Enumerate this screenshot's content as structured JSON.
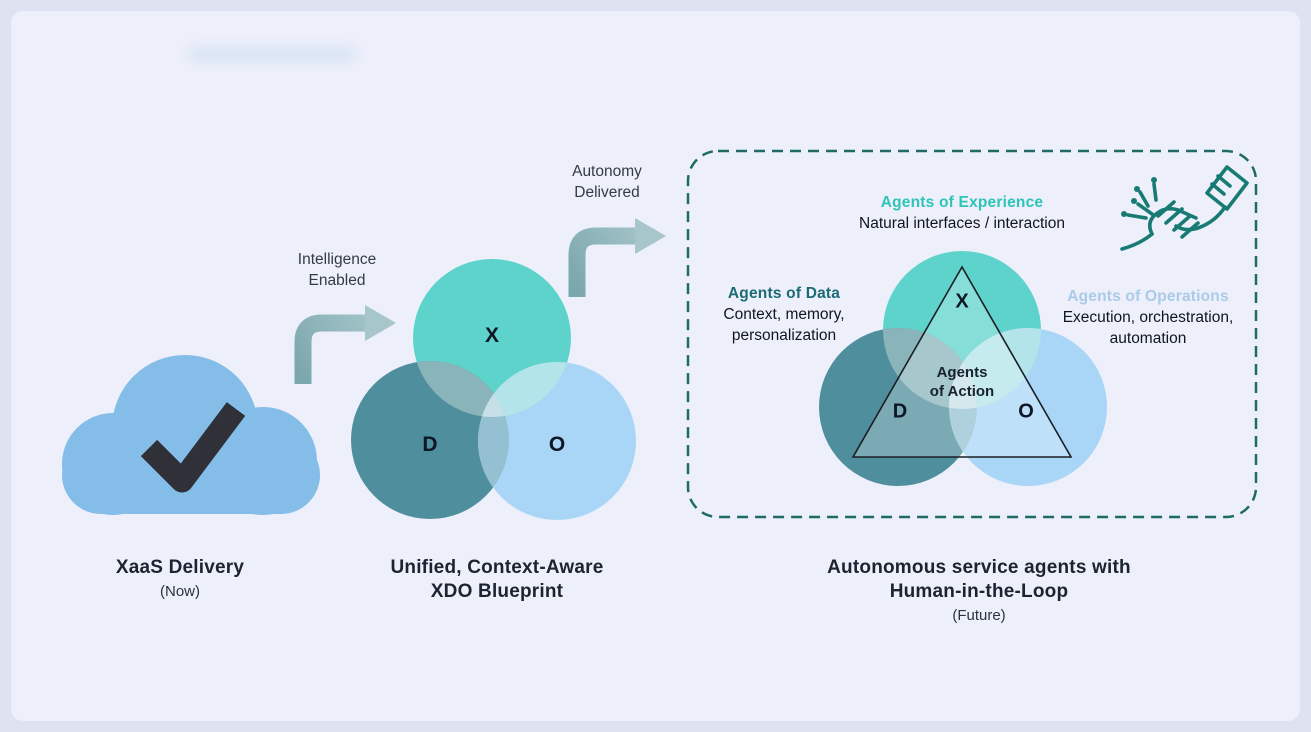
{
  "stage1": {
    "title": "XaaS Delivery",
    "subtitle": "(Now)"
  },
  "arrow1": {
    "line1": "Intelligence",
    "line2": "Enabled"
  },
  "venn_center": {
    "x": "X",
    "d": "D",
    "o": "O"
  },
  "stage2": {
    "line1": "Unified, Context-Aware",
    "line2": "XDO Blueprint"
  },
  "arrow2": {
    "line1": "Autonomy",
    "line2": "Delivered"
  },
  "panel": {
    "experience_title": "Agents of Experience",
    "experience_desc": "Natural interfaces / interaction",
    "data_title": "Agents of Data",
    "data_desc1": "Context, memory,",
    "data_desc2": "personalization",
    "operations_title": "Agents of Operations",
    "operations_desc1": "Execution, orchestration,",
    "operations_desc2": "automation",
    "action_line1": "Agents",
    "action_line2": "of Action",
    "venn": {
      "x": "X",
      "d": "D",
      "o": "O"
    }
  },
  "stage3": {
    "line1": "Autonomous service agents with",
    "line2": "Human-in-the-Loop",
    "subtitle": "(Future)"
  },
  "colors": {
    "cloud": "#85bde9",
    "checkmark": "#2f3038",
    "venn_x": "#5ed3cb",
    "venn_d": "#4f8e9c",
    "venn_o": "#a9d6f6",
    "arrow": "#8fb6bc",
    "dashed_border": "#1d6b64",
    "experience": "#2cc5b8",
    "data": "#1a6b74",
    "operations": "#a9cbe8"
  }
}
